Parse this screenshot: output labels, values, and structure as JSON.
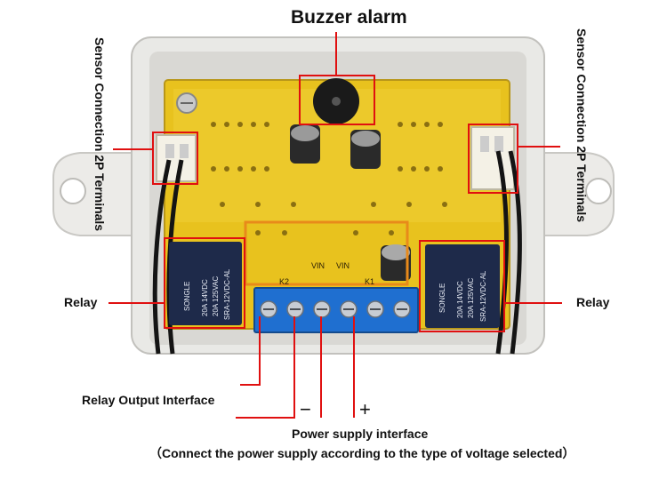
{
  "labels": {
    "buzzer": "Buzzer alarm",
    "sensor_left": "Sensor Connection 2P Terminals",
    "sensor_right": "Sensor Connection 2P Terminals",
    "relay_left": "Relay",
    "relay_right": "Relay",
    "relay_output": "Relay Output Interface",
    "minus": "−",
    "plus": "+",
    "power_supply": "Power supply interface",
    "power_note": "（Connect the power supply according to the type of voltage selected）"
  },
  "board_text": {
    "k1": "K1",
    "k2": "K2",
    "vin1": "VIN",
    "vin2": "VIN",
    "relay_brand": "SONGLE",
    "relay_rating1": "20A 14VDC",
    "relay_rating2": "20A 125VAC",
    "relay_model": "SRA-12VDC-AL"
  },
  "colors": {
    "annotation": "#e01010",
    "board": "#e8c21e",
    "relay": "#1e2a4a",
    "terminal": "#1f6fd0",
    "enclosure": "#e9e9e6"
  }
}
